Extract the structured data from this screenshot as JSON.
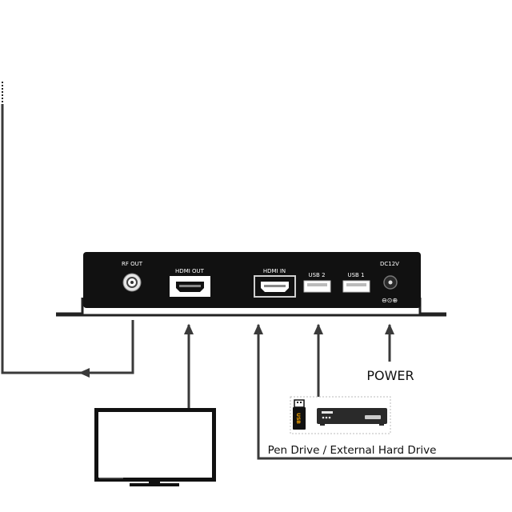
{
  "device": {
    "ports": {
      "rf_out": "RF OUT",
      "hdmi_out": "HDMI OUT",
      "hdmi_in": "HDMI IN",
      "usb2": "USB 2",
      "usb1": "USB 1",
      "dc": "DC12V"
    },
    "polarity_symbol": "⊖⊙⊕"
  },
  "captions": {
    "power": "POWER",
    "storage": "Pen Drive / External Hard Drive"
  },
  "usb_stick_text": "USB",
  "colors": {
    "device_body": "#111111",
    "connector_silver": "#e6e6e6",
    "line": "#3a3a3a",
    "usb_orange": "#f5a300"
  }
}
